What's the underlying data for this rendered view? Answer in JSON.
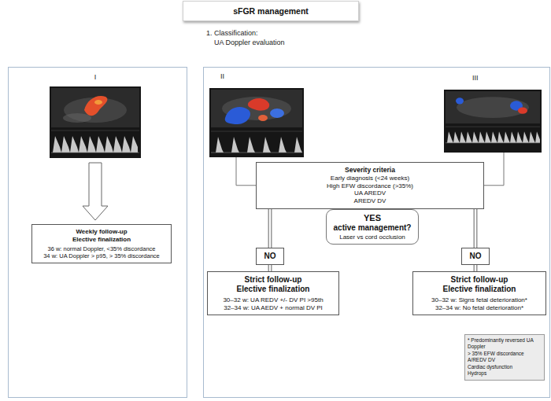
{
  "diagram": {
    "title": "sFGR management",
    "nodes": [
      {
        "text": [
          "I"
        ]
      },
      {
        "text": [
          "Weekly follow-up",
          "Elective finalization",
          "36 w: normal Doppler, <35% discordance",
          "34 w: UA Doppler > p95, > 35% discordance"
        ]
      },
      {
        "text": [
          "II"
        ]
      },
      {
        "text": [
          "III"
        ]
      },
      {
        "text": [
          "Severity criteria",
          "Early diagnosis (<24 weeks)",
          "High EFW discordance (>35%)",
          "UA AREDV",
          "AREDV DV"
        ]
      },
      {
        "text": [
          "YES",
          "active management?",
          "Laser vs cord occlusion"
        ]
      },
      {
        "text": [
          "NO"
        ]
      },
      {
        "text": [
          "NO"
        ]
      },
      {
        "text": [
          "Strict follow-up",
          "Elective finalization",
          "30–32 w: UA REDV +/- DV PI >95th",
          "32–34 w: UA AEDV + normal DV PI"
        ]
      },
      {
        "text": [
          "Strict follow-up",
          "Elective finalization",
          "30–32 w: Signs fetal deterioration*",
          "32–34 w: No fetal deterioration*"
        ]
      },
      {
        "text": [
          "* Predominantly reversed UA Doppler",
          "> 35% EFW discordance",
          "A/REDV DV",
          "Cardiac dysfunction",
          "Hydrops"
        ]
      }
    ],
    "edges": [
      {
        "from": 0,
        "to": 1,
        "arrow": "to"
      },
      {
        "from": 2,
        "to": 4,
        "arrow": "none"
      },
      {
        "from": 3,
        "to": 4,
        "arrow": "none"
      },
      {
        "from": 4,
        "to": 6,
        "arrow": "none"
      },
      {
        "from": 6,
        "to": 8,
        "arrow": "none"
      },
      {
        "from": 4,
        "to": 7,
        "arrow": "none"
      },
      {
        "from": 7,
        "to": 9,
        "arrow": "none"
      }
    ],
    "labels": [
      "1. Classification:",
      "UA Doppler evaluation"
    ]
  }
}
